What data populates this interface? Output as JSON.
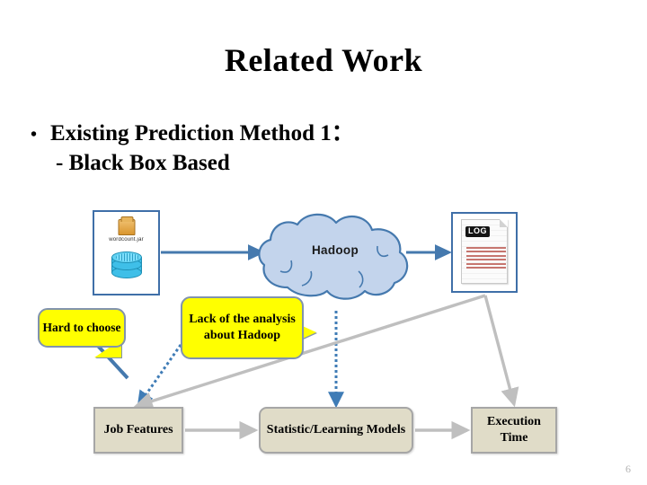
{
  "slide": {
    "title": "Related Work",
    "page_number": "6"
  },
  "bullets": {
    "dot": "•",
    "main": "Existing Prediction Method 1：",
    "sub": "- Black Box Based"
  },
  "diagram": {
    "input_box": {
      "jar_label": "wordcount.jar",
      "icons": [
        "jar-file-icon",
        "database-stack-icon"
      ]
    },
    "cloud": {
      "label": "Hadoop",
      "fill": "#c3d4ec",
      "stroke": "#4579ae"
    },
    "log_box": {
      "badge": "LOG",
      "line_count": 6,
      "text_color": "#b4443c"
    },
    "callouts": [
      {
        "id": "hard-to-choose",
        "text": "Hard to choose",
        "fill": "#ffff00",
        "stroke": "#8193ad"
      },
      {
        "id": "lack-of-analysis",
        "text": "Lack of the analysis about Hadoop",
        "fill": "#ffff00",
        "stroke": "#8193ad"
      }
    ],
    "process_boxes": [
      {
        "id": "job-features",
        "text": "Job Features",
        "fill": "#e0dcc8",
        "stroke": "#a6a6a6"
      },
      {
        "id": "statistic-learning-models",
        "text": "Statistic/Learning Models",
        "fill": "#e0dcc8",
        "stroke": "#a6a6a6"
      },
      {
        "id": "execution-time",
        "text": "Execution Time",
        "fill": "#e0dcc8",
        "stroke": "#a6a6a6"
      }
    ],
    "connectors": {
      "solid_blue": "#4579ae",
      "dotted_blue": "#3f7cb6",
      "gray": "#bfbfbf"
    }
  }
}
